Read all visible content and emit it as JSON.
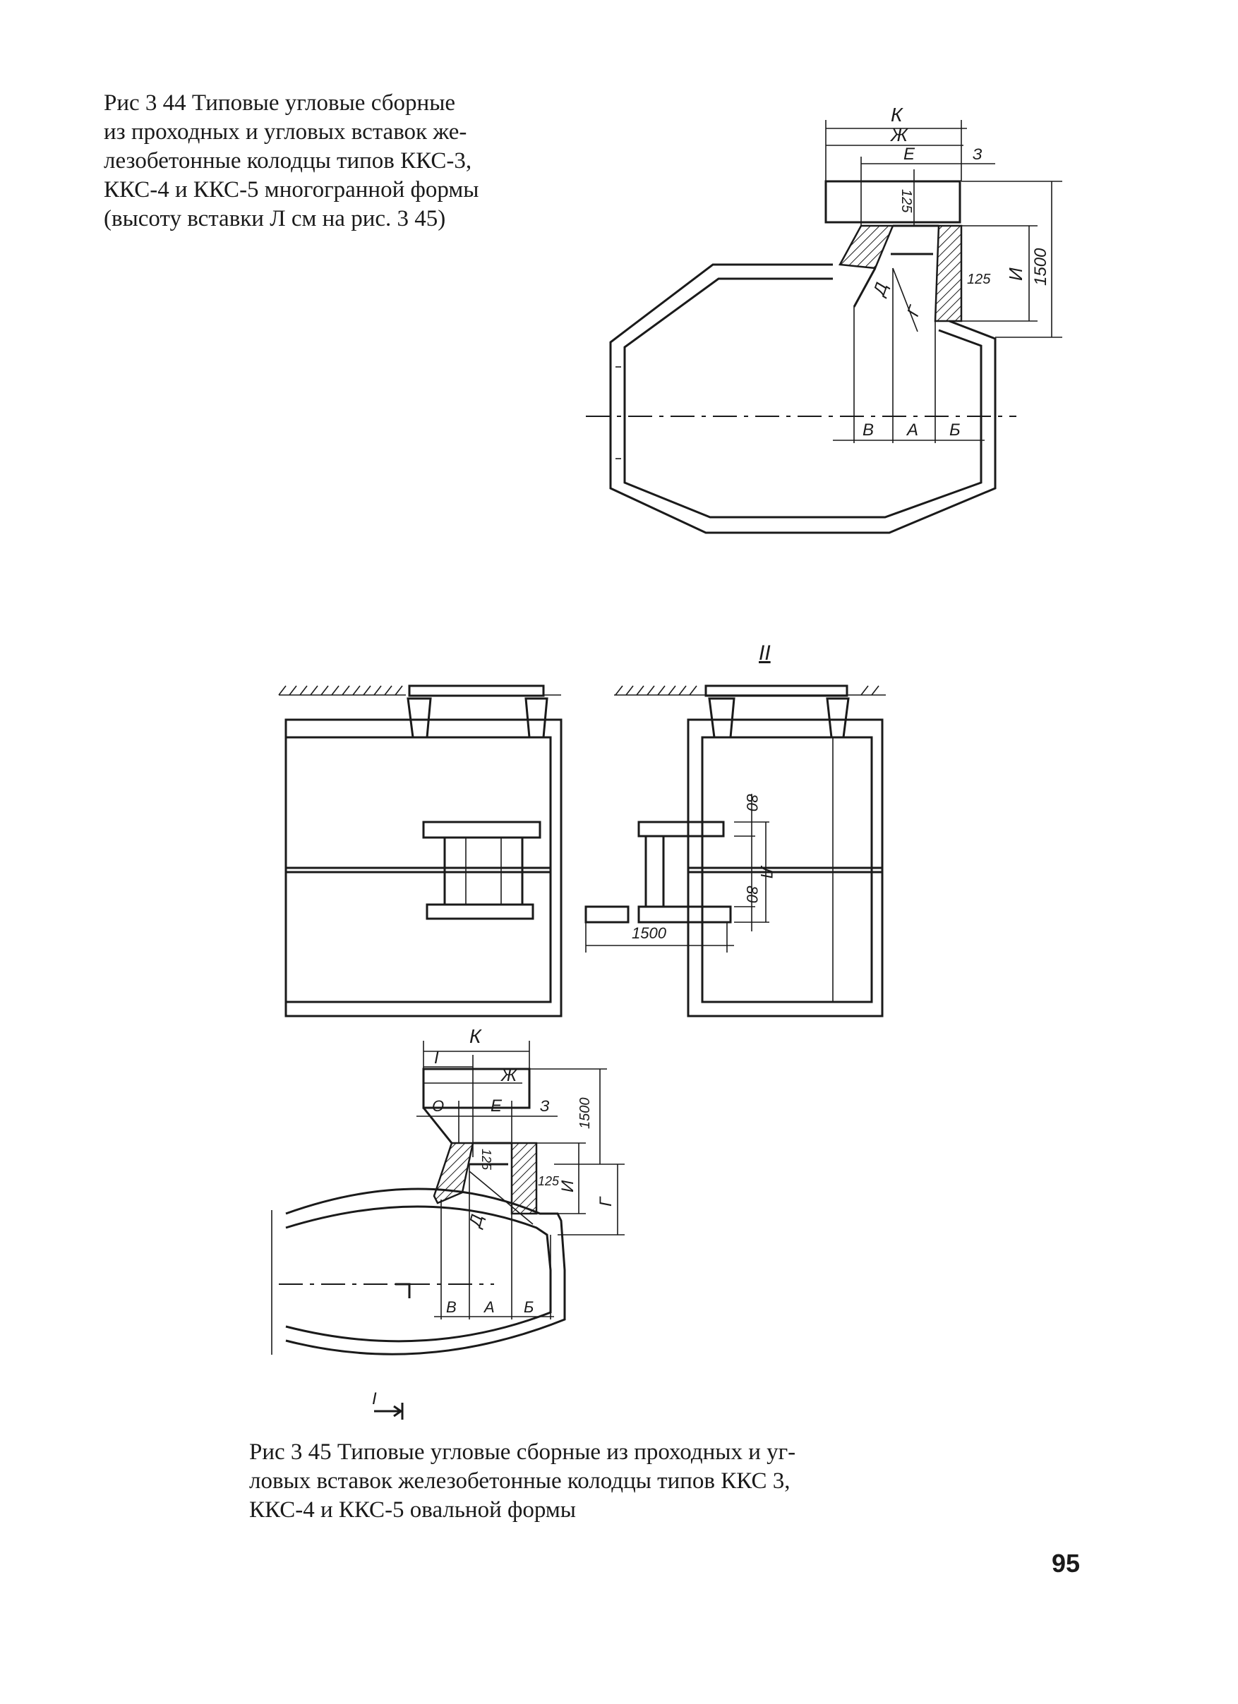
{
  "figure_344": {
    "caption_lines": [
      "Рис 3 44 Типовые угловые сборные",
      "из проходных и угловых вставок же-",
      "лезобетонные колодцы типов ККС-3,",
      "ККС-4 и ККС-5 многогранной формы",
      "(высоту вставки Л см на рис. 3 45)"
    ],
    "labels": {
      "k": "К",
      "zh": "Ж",
      "e": "Е",
      "z": "З",
      "dim_125_top": "125",
      "dim_125_right": "125",
      "i": "И",
      "dim_1500": "1500",
      "d": "Д",
      "g": "Г",
      "v": "В",
      "a": "А",
      "b": "Б"
    }
  },
  "figure_345": {
    "caption_lines": [
      "Рис 3 45 Типовые угловые сборные из проходных и уг-",
      "ловых вставок железобетонные колодцы типов ККС 3,",
      "ККС-4 и ККС-5 овальной формы"
    ],
    "section_label": "II",
    "side_labels": {
      "dim_80_top": "80",
      "l": "Л",
      "dim_80_bottom": "80",
      "dim_1500": "1500"
    },
    "plan_labels": {
      "k": "К",
      "i_top": "I",
      "zh": "Ж",
      "o": "О",
      "e": "Е",
      "z": "З",
      "dim_1500": "1500",
      "dim_125_left": "125",
      "dim_125_right": "125",
      "i_letter": "И",
      "g": "Г",
      "d": "Д",
      "v": "В",
      "a": "А",
      "b": "Б",
      "i_bottom": "I"
    }
  },
  "page_number": "95"
}
